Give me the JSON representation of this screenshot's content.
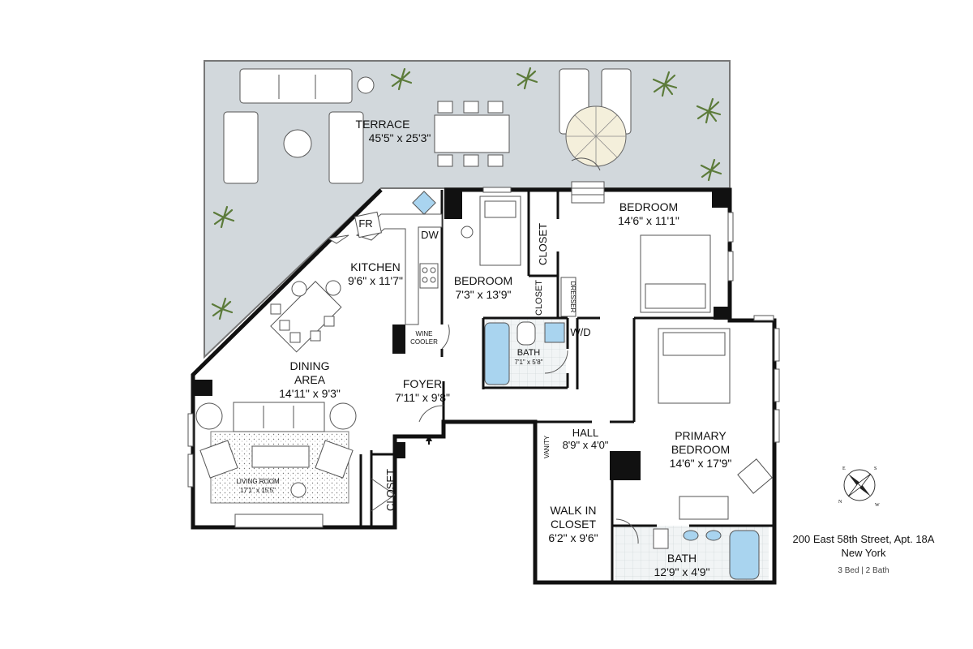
{
  "terrace": {
    "name": "TERRACE",
    "dims": "45'5\" x 25'3\""
  },
  "rooms": {
    "kitchen": {
      "name": "KITCHEN",
      "dims": "9'6\" x 11'7\""
    },
    "bedroom_small": {
      "name": "BEDROOM",
      "dims": "7'3\" x 13'9\""
    },
    "bedroom_large": {
      "name": "BEDROOM",
      "dims": "14'6\" x 11'1\""
    },
    "dining": {
      "name_line1": "DINING",
      "name_line2": "AREA",
      "dims": "14'11\" x 9'3\""
    },
    "foyer": {
      "name": "FOYER",
      "dims": "7'11\" x 9'8\""
    },
    "living": {
      "name": "LIVING ROOM",
      "dims": "17'1\" x 15'5\""
    },
    "hall": {
      "name": "HALL",
      "dims": "8'9\" x 4'0\""
    },
    "primary": {
      "name_line1": "PRIMARY",
      "name_line2": "BEDROOM",
      "dims": "14'6\" x 17'9\""
    },
    "walkin": {
      "name_line1": "WALK IN",
      "name_line2": "CLOSET",
      "dims": "6'2\" x 9'6\""
    },
    "bath_small": {
      "name": "BATH",
      "dims": "7'1\" x 5'8\""
    },
    "bath_large": {
      "name": "BATH",
      "dims": "12'9\" x 4'9\""
    }
  },
  "fixtures": {
    "fr": "FR",
    "dw": "DW",
    "wine_line1": "WINE",
    "wine_line2": "COOLER",
    "wd": "W/D",
    "dresser": "DRESSER",
    "vanity": "VANITY",
    "closet": "CLOSET"
  },
  "compass": {
    "n": "N",
    "e": "E",
    "s": "S",
    "w": "W"
  },
  "address": {
    "line1": "200 East 58th Street, Apt. 18A",
    "line2": "New York",
    "summary": "3 Bed | 2 Bath"
  },
  "colors": {
    "terrace_fill": "#d2d8dc",
    "wall": "#111111",
    "bath_tile": "#eef2f3",
    "fixture_blue": "#a9d4ef"
  }
}
